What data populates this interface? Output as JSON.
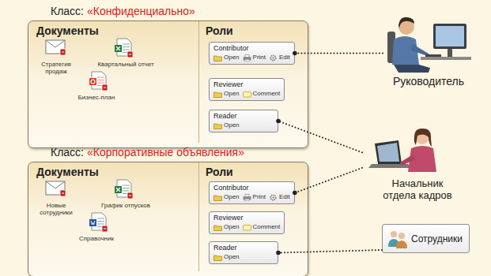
{
  "diagram": {
    "nodes": [
      {
        "text": [
          "Класс:",
          "«Конфиденциально»"
        ]
      },
      {
        "text": [
          "Документы",
          "Стратегия продаж",
          "Квартальный отчет",
          "Бизнес-план"
        ],
        "in": 0
      },
      {
        "text": [
          "Роли"
        ],
        "in": 0
      },
      {
        "text": [
          "Contributor",
          "Open",
          "Print",
          "Edit"
        ],
        "in": 2
      },
      {
        "text": [
          "Reviewer",
          "Open",
          "Comment"
        ],
        "in": 2
      },
      {
        "text": [
          "Reader",
          "Open"
        ],
        "in": 2
      },
      {
        "text": [
          "Класс:",
          "«Корпоративные объявления»"
        ]
      },
      {
        "text": [
          "Документы",
          "Новые сотрудники",
          "График отпусков",
          "Справочник"
        ],
        "in": 6
      },
      {
        "text": [
          "Роли"
        ],
        "in": 6
      },
      {
        "text": [
          "Contributor",
          "Open",
          "Print",
          "Edit"
        ],
        "in": 8
      },
      {
        "text": [
          "Reviewer",
          "Open",
          "Comment"
        ],
        "in": 8
      },
      {
        "text": [
          "Reader",
          "Open"
        ],
        "in": 8
      },
      {
        "text": [
          "Руководитель"
        ]
      },
      {
        "text": [
          "Начальник отдела кадров"
        ]
      },
      {
        "text": [
          "Сотрудники"
        ]
      }
    ],
    "edges": [
      {
        "from": 12,
        "to": 3,
        "arrow": "none"
      },
      {
        "from": 13,
        "to": 5,
        "arrow": "none"
      },
      {
        "from": 13,
        "to": 9,
        "arrow": "none"
      },
      {
        "from": 14,
        "to": 11,
        "arrow": "none"
      }
    ]
  }
}
